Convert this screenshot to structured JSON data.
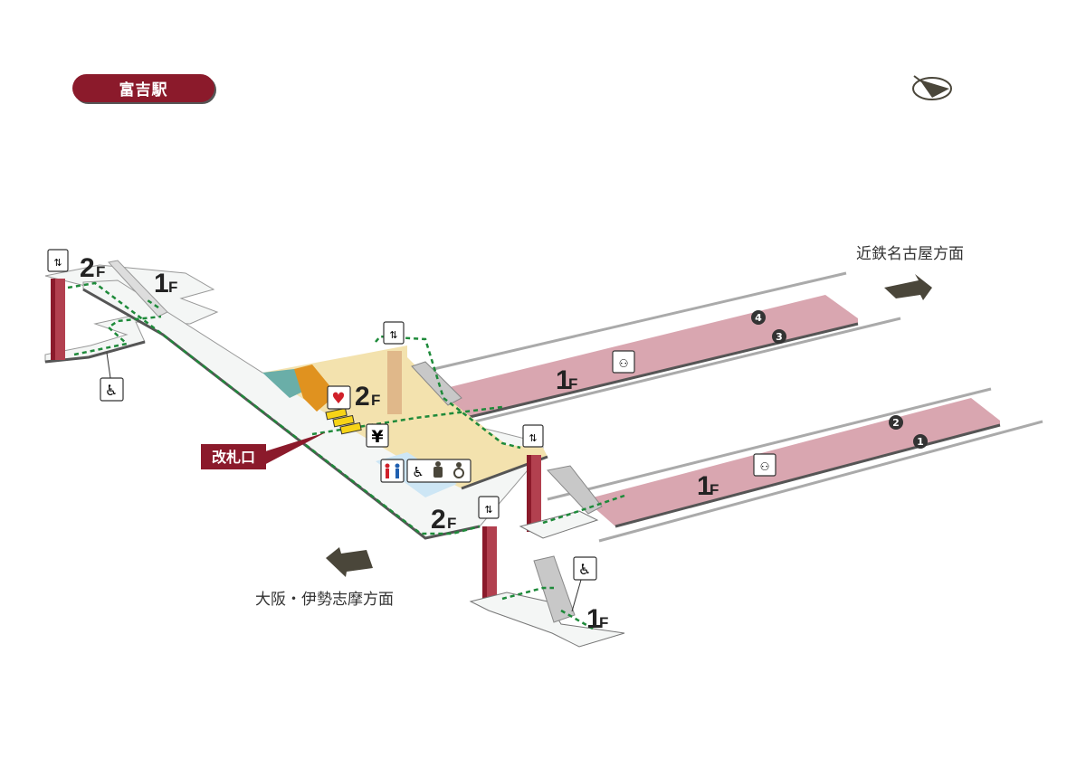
{
  "station": {
    "name": "富吉駅"
  },
  "labels": {
    "gate": "改札口",
    "direction_east": "近鉄名古屋方面",
    "direction_west": "大阪・伊勢志摩方面"
  },
  "floors": {
    "f2": "2",
    "f1": "1",
    "suffix": "F"
  },
  "platforms": {
    "upper_tracks": [
      "4",
      "3"
    ],
    "lower_tracks": [
      "2",
      "1"
    ]
  },
  "icons": {
    "yen": "¥"
  },
  "colors": {
    "brand": "#8b1a2b",
    "platform": "#d9a6b0",
    "concourse": "#f3e2ae",
    "path": "#1e8a3a",
    "elevator_column": "#b2404f"
  }
}
